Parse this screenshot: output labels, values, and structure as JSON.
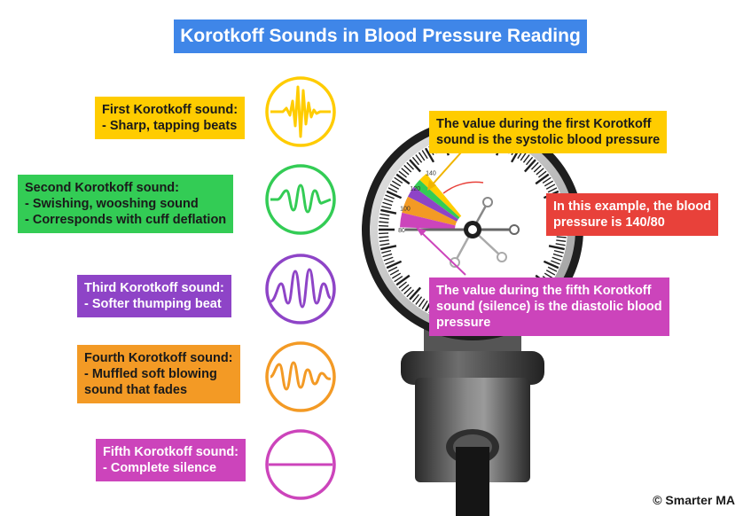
{
  "title": "Korotkoff Sounds in Blood Pressure Reading",
  "sounds": [
    {
      "heading": "First Korotkoff sound:",
      "lines": [
        "- Sharp, tapping beats"
      ],
      "color": "#ffcc00"
    },
    {
      "heading": "Second Korotkoff sound:",
      "lines": [
        "- Swishing, wooshing sound",
        "- Corresponds with cuff deflation"
      ],
      "color": "#33cc55"
    },
    {
      "heading": "Third Korotkoff sound:",
      "lines": [
        "- Softer thumping beat"
      ],
      "color": "#8e44c7"
    },
    {
      "heading": "Fourth Korotkoff sound:",
      "lines": [
        "- Muffled soft blowing",
        "sound that fades"
      ],
      "color": "#f39a25"
    },
    {
      "heading": "Fifth Korotkoff sound:",
      "lines": [
        "- Complete silence"
      ],
      "color": "#cc44bb"
    }
  ],
  "callouts": {
    "systolic": [
      "The value during the first Korotkoff",
      "sound is the systolic blood pressure"
    ],
    "example": [
      "In this example, the blood",
      "pressure is 140/80"
    ],
    "diastolic": [
      "The value during the fifth Korotkoff",
      "sound (silence) is the diastolic blood",
      "pressure"
    ]
  },
  "gauge": {
    "tick_labels": [
      "80",
      "100",
      "120",
      "140"
    ]
  },
  "credit": "© Smarter MA"
}
